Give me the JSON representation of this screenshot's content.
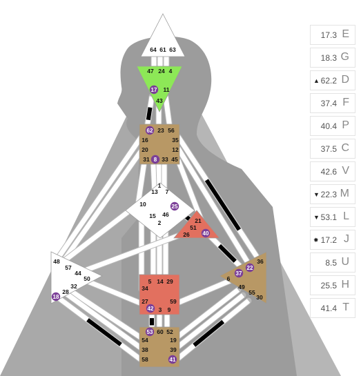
{
  "centers": {
    "head": {
      "gates": [
        "64",
        "61",
        "63"
      ],
      "color": "#ffffff"
    },
    "ajna": {
      "gates": [
        "47",
        "24",
        "4",
        "17",
        "11",
        "43"
      ],
      "color": "#8de857",
      "active": [
        "17"
      ]
    },
    "throat": {
      "gates": [
        "62",
        "23",
        "56",
        "16",
        "35",
        "20",
        "12",
        "31",
        "8",
        "33",
        "45"
      ],
      "color": "#b89865",
      "active": [
        "62",
        "8"
      ]
    },
    "g": {
      "gates": [
        "1",
        "13",
        "7",
        "10",
        "25",
        "46",
        "15",
        "2"
      ],
      "color": "#ffffff",
      "active": [
        "25"
      ]
    },
    "heart": {
      "gates": [
        "21",
        "51",
        "26",
        "40"
      ],
      "color": "#e2705f",
      "active": [
        "40"
      ]
    },
    "spleen": {
      "gates": [
        "48",
        "57",
        "44",
        "50",
        "32",
        "28",
        "18"
      ],
      "color": "#ffffff",
      "active": [
        "18"
      ]
    },
    "solar_plexus": {
      "gates": [
        "36",
        "22",
        "37",
        "6",
        "49",
        "55",
        "30"
      ],
      "color": "#b89865",
      "active": [
        "37",
        "22"
      ]
    },
    "sacral": {
      "gates": [
        "5",
        "14",
        "29",
        "34",
        "27",
        "59",
        "42",
        "3",
        "9"
      ],
      "color": "#e2705f",
      "active": [
        "42"
      ]
    },
    "root": {
      "gates": [
        "53",
        "60",
        "52",
        "54",
        "19",
        "38",
        "39",
        "58",
        "41"
      ],
      "color": "#b89865",
      "active": [
        "53",
        "41"
      ]
    }
  },
  "colors": {
    "triangle": "#a9a9a9",
    "silhouette": "#9c9c9c",
    "channel": "#ffffff",
    "activated": "#000000",
    "gate_marker": "#7b3f98"
  },
  "planets": [
    {
      "value": "17.3",
      "glyph": "E",
      "mark": ""
    },
    {
      "value": "18.3",
      "glyph": "G",
      "mark": ""
    },
    {
      "value": "62.2",
      "glyph": "D",
      "mark": "▲"
    },
    {
      "value": "37.4",
      "glyph": "F",
      "mark": ""
    },
    {
      "value": "40.4",
      "glyph": "P",
      "mark": ""
    },
    {
      "value": "37.5",
      "glyph": "C",
      "mark": ""
    },
    {
      "value": "42.6",
      "glyph": "V",
      "mark": ""
    },
    {
      "value": "22.3",
      "glyph": "M",
      "mark": "▼"
    },
    {
      "value": "53.1",
      "glyph": "L",
      "mark": "▼"
    },
    {
      "value": "17.2",
      "glyph": "J",
      "mark": "✸"
    },
    {
      "value": "8.5",
      "glyph": "U",
      "mark": ""
    },
    {
      "value": "25.5",
      "glyph": "H",
      "mark": ""
    },
    {
      "value": "41.4",
      "glyph": "T",
      "mark": ""
    }
  ]
}
